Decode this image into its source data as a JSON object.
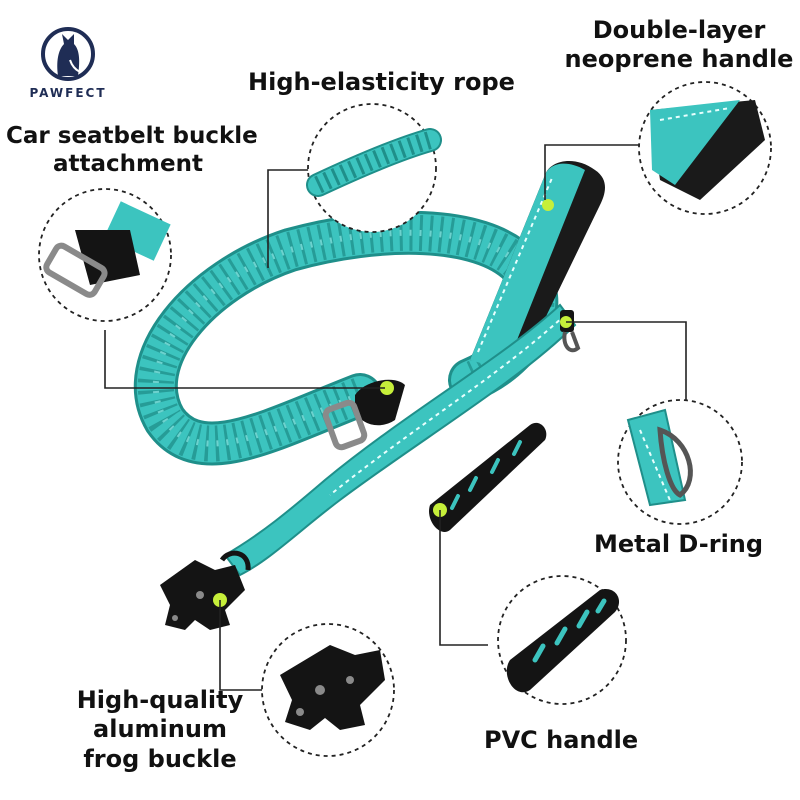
{
  "brand": {
    "name": "PAWFECT",
    "color": "#1f2d55"
  },
  "colors": {
    "rope": "#3cc4bf",
    "rope_dark": "#1f8f8a",
    "rope_light": "#7fe0dc",
    "hardware": "#141414",
    "metal": "#8a8a8a",
    "accent": "#c6ef3a",
    "callout_line": "#222222"
  },
  "labels": {
    "elastic": "High-elasticity rope",
    "handle": [
      "Double-layer",
      "neoprene handle"
    ],
    "seatbelt": [
      "Car seatbelt buckle",
      "attachment"
    ],
    "dring": "Metal D-ring",
    "frog": [
      "High-quality",
      "aluminum",
      "frog buckle"
    ],
    "pvc": "PVC handle"
  },
  "icons": [
    "pawfect-dog-logo-icon",
    "frog-buckle-icon",
    "d-ring-icon",
    "seatbelt-buckle-icon",
    "pvc-handle-icon"
  ]
}
